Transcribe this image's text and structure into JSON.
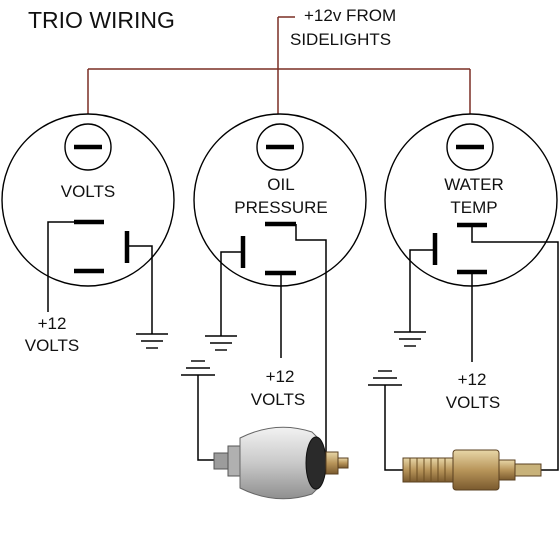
{
  "title": "TRIO WIRING",
  "supply_label": [
    "+12v FROM",
    "SIDELIGHTS"
  ],
  "gauges": [
    {
      "label": [
        "VOLTS"
      ]
    },
    {
      "label": [
        "OIL",
        "PRESSURE"
      ]
    },
    {
      "label": [
        "WATER",
        "TEMP"
      ]
    }
  ],
  "volts_supply_label": [
    "+12",
    "VOLTS"
  ],
  "oil_supply_label": [
    "+12",
    "VOLTS"
  ],
  "water_supply_label": [
    "+12",
    "VOLTS"
  ],
  "colors": {
    "wire": "#7a2e24",
    "outline": "#000000",
    "background": "#ffffff"
  }
}
